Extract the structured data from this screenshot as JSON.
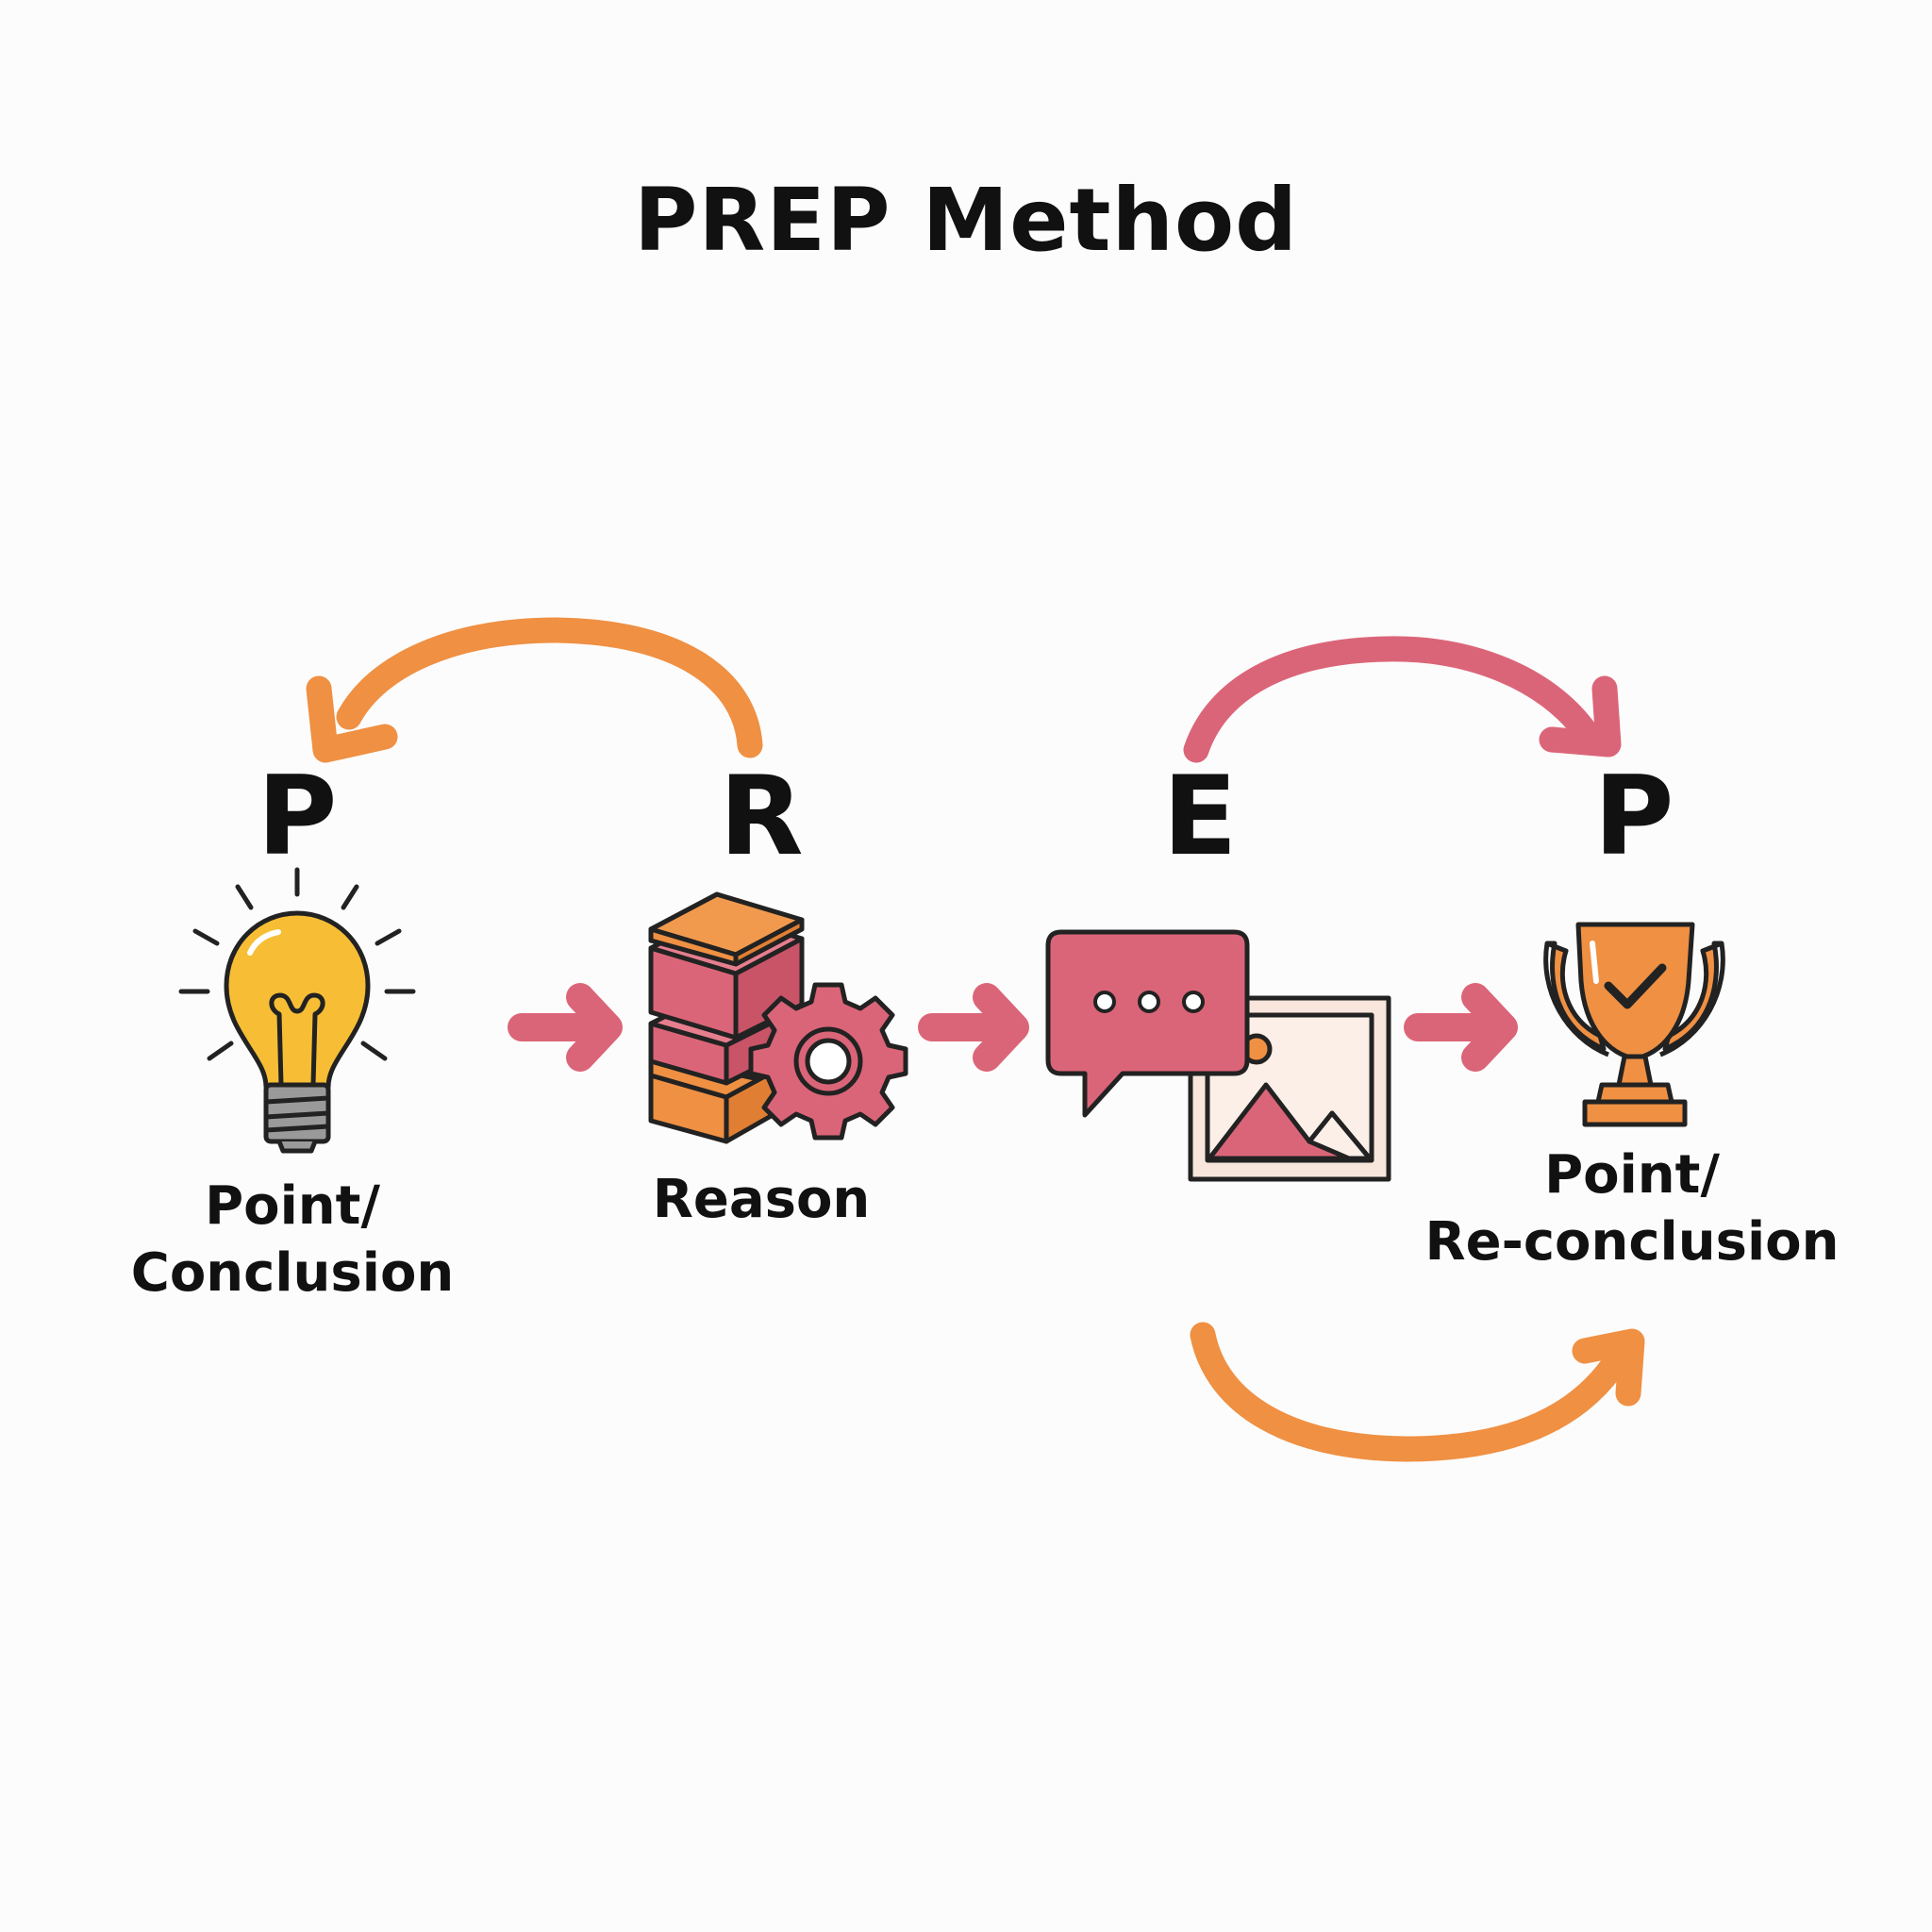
{
  "title": "PREP Method",
  "steps": [
    {
      "letter": "P",
      "label": "Point/\nConclusion",
      "icon": "lightbulb-icon"
    },
    {
      "letter": "R",
      "label": "Reason",
      "icon": "stacked-blocks-gear-icon"
    },
    {
      "letter": "E",
      "label": "",
      "icon": "speech-bubble-image-icon"
    },
    {
      "letter": "P",
      "label": "Point/\nRe-conclusion",
      "icon": "trophy-check-icon"
    }
  ],
  "colors": {
    "orange": "#ef9043",
    "pink": "#db6578",
    "yellow": "#f7be35",
    "outline": "#222222",
    "photo_bg": "#f8e6dc"
  }
}
